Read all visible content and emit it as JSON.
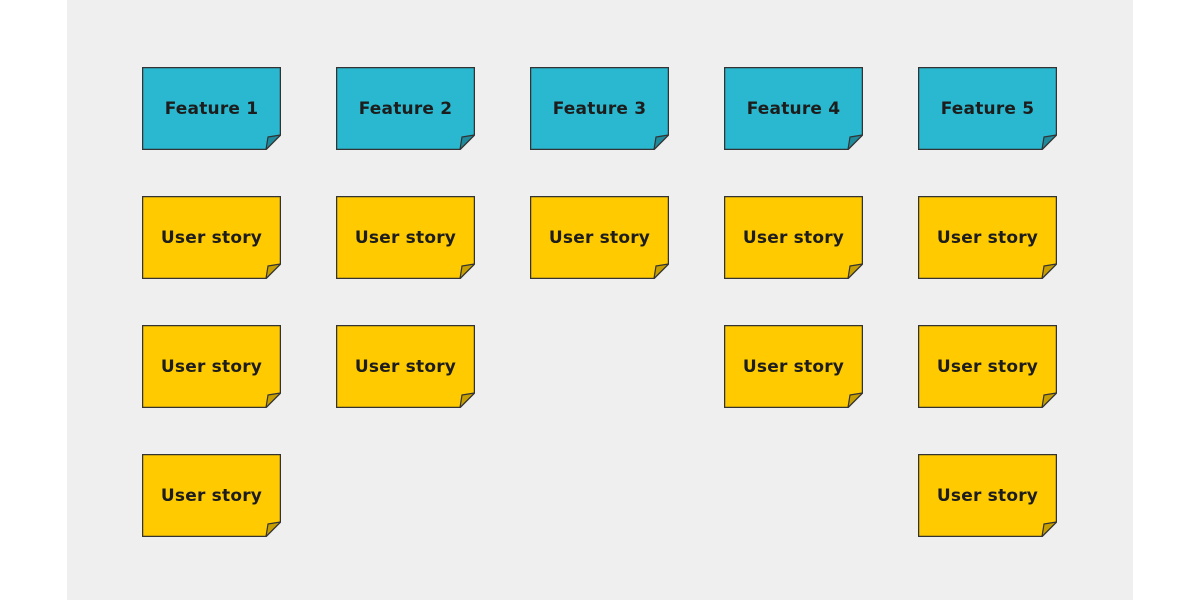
{
  "colors": {
    "board_background": "#efefef",
    "feature_note": "#29b8cf",
    "feature_fold": "#1f8a9c",
    "story_note": "#ffcb00",
    "story_fold": "#c79e00",
    "outline": "#333333"
  },
  "columns": [
    {
      "feature": "Feature 1",
      "stories": [
        "User story",
        "User story",
        "User story"
      ]
    },
    {
      "feature": "Feature 2",
      "stories": [
        "User story",
        "User story"
      ]
    },
    {
      "feature": "Feature 3",
      "stories": [
        "User story"
      ]
    },
    {
      "feature": "Feature 4",
      "stories": [
        "User story",
        "User story"
      ]
    },
    {
      "feature": "Feature 5",
      "stories": [
        "User story",
        "User story",
        "User story"
      ]
    }
  ]
}
